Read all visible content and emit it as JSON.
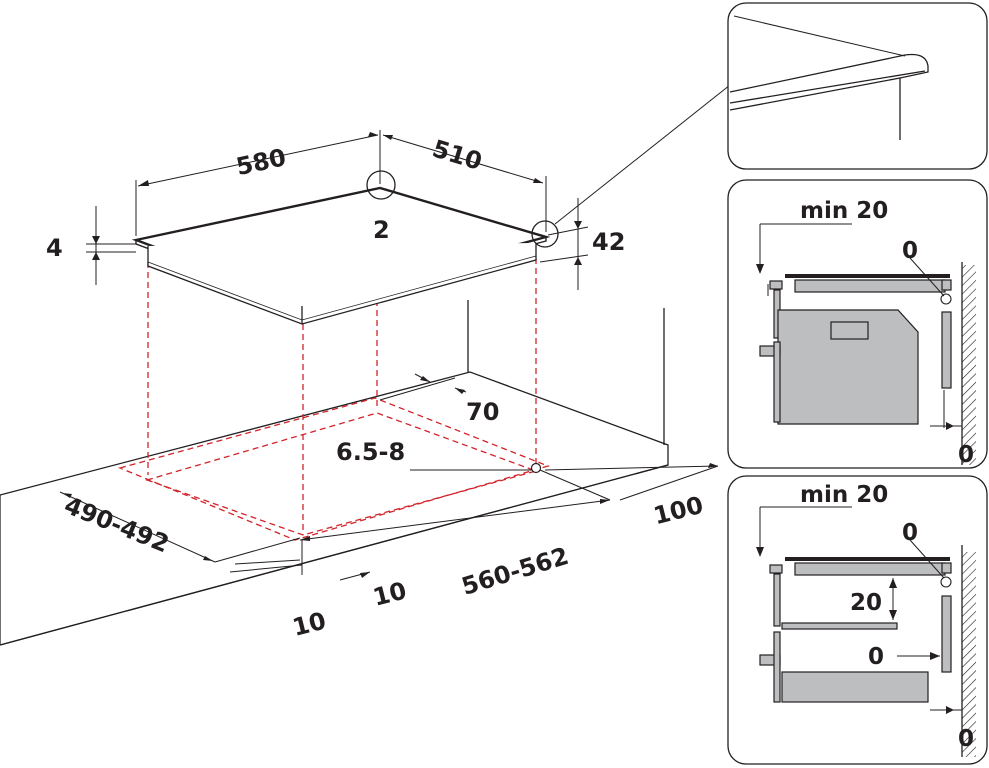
{
  "main_drawing": {
    "dim_width": "580",
    "dim_depth": "510",
    "dim_corner": "2",
    "dim_glass": "4",
    "dim_height": "42",
    "dim_rear": "70",
    "dim_radius": "6.5-8",
    "dim_cut_depth": "490-492",
    "dim_cut_width": "560-562",
    "dim_back": "100",
    "dim_side": "10",
    "dim_front": "10"
  },
  "detail_top": {
    "min_label": "min 20",
    "zero_top": "0",
    "zero_bottom": "0"
  },
  "detail_bottom": {
    "min_label": "min 20",
    "zero_top": "0",
    "gap_label": "20",
    "zero_mid": "0",
    "zero_bottom": "0"
  }
}
